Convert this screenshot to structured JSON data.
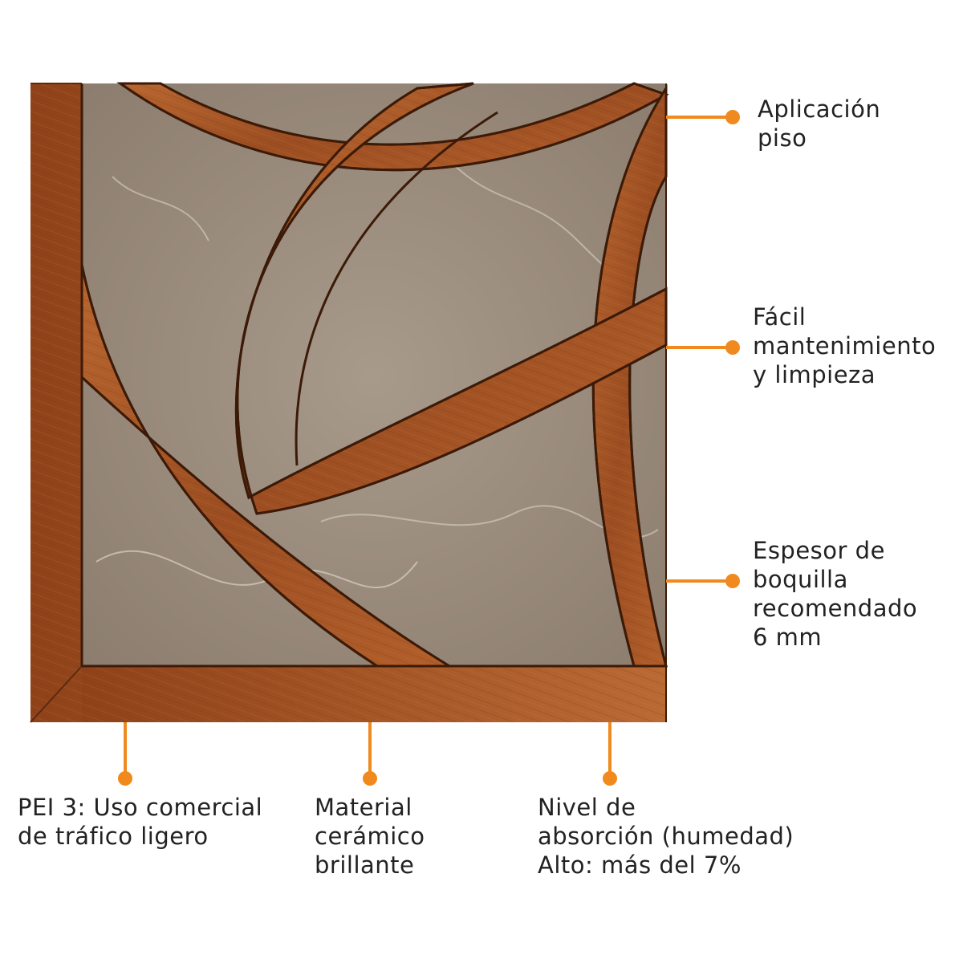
{
  "product_image": {
    "description_icon": "tile-icon"
  },
  "accent_color": "#f08a1e",
  "callouts": {
    "right": [
      {
        "lines": [
          "Aplicación",
          "piso"
        ]
      },
      {
        "lines": [
          "Fácil",
          "mantenimiento",
          "y limpieza"
        ]
      },
      {
        "lines": [
          "Espesor de",
          "boquilla",
          "recomendado",
          "6 mm"
        ]
      }
    ],
    "bottom": [
      {
        "lines": [
          "PEI 3: Uso comercial",
          "de tráfico ligero"
        ]
      },
      {
        "lines": [
          "Material",
          "cerámico",
          "brillante"
        ]
      },
      {
        "lines": [
          "Nivel de",
          "absorción (humedad)",
          "Alto: más del 7%"
        ]
      }
    ]
  }
}
